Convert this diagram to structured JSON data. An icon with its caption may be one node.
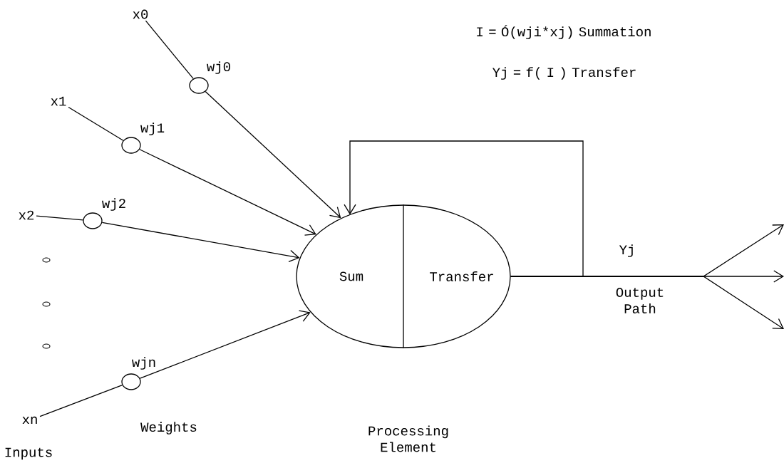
{
  "diagram": {
    "nodes": [
      {
        "text": [
          "x0"
        ]
      },
      {
        "text": [],
        "shape": "circle",
        "beside": [
          "wj0"
        ]
      },
      {
        "text": [
          "x1"
        ]
      },
      {
        "text": [],
        "shape": "circle",
        "beside": [
          "wj1"
        ]
      },
      {
        "text": [
          "x2"
        ]
      },
      {
        "text": [],
        "shape": "circle",
        "beside": [
          "wj2"
        ]
      },
      {
        "text": [
          "xn"
        ]
      },
      {
        "text": [],
        "shape": "circle",
        "beside": [
          "wjn"
        ]
      },
      {
        "text": [
          "Sum",
          "Transfer"
        ]
      }
    ],
    "edges": [
      {
        "from": 0,
        "to": 1,
        "arrow": "none"
      },
      {
        "from": 1,
        "to": 8,
        "arrow": "to"
      },
      {
        "from": 2,
        "to": 3,
        "arrow": "none"
      },
      {
        "from": 3,
        "to": 8,
        "arrow": "to"
      },
      {
        "from": 4,
        "to": 5,
        "arrow": "none"
      },
      {
        "from": 5,
        "to": 8,
        "arrow": "to"
      },
      {
        "from": 6,
        "to": 7,
        "arrow": "none"
      },
      {
        "from": 7,
        "to": 8,
        "arrow": "to"
      },
      {
        "from": 8,
        "to": 8,
        "arrow": "to"
      },
      {
        "from": 8,
        "to": null,
        "arrow": "to"
      },
      {
        "from": 8,
        "to": null,
        "arrow": "to"
      },
      {
        "from": 8,
        "to": null,
        "arrow": "to"
      }
    ],
    "labels": [
      "I = Ó(wji*xj) Summation",
      "Yj = f( I ) Transfer",
      "Yj",
      "Output Path",
      "Processing Element",
      "Weights",
      "Inputs"
    ]
  }
}
